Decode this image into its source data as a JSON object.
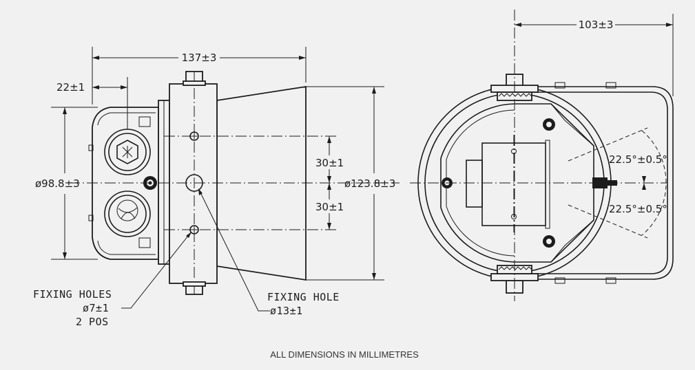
{
  "dimensions": {
    "overall_length": "137±3",
    "flange_offset": "22±1",
    "rear_diameter": "ø98.8±3",
    "bell_diameter": "ø123.8±3",
    "hole_spacing_upper": "30±1",
    "hole_spacing_lower": "30±1",
    "bracket_depth": "103±3",
    "angle_upper": "22.5°±0.5°",
    "angle_lower": "22.5°±0.5°"
  },
  "callouts": {
    "fixing_holes_line1": "FIXING HOLES",
    "fixing_holes_line2": "ø7±1",
    "fixing_holes_line3": "2 POS",
    "fixing_hole_line1": "FIXING HOLE",
    "fixing_hole_line2": "ø13±1"
  },
  "footer": {
    "note": "ALL DIMENSIONS IN MILLIMETRES"
  },
  "colors": {
    "background": "#f1f1f1",
    "ink": "#1c1c1c"
  }
}
